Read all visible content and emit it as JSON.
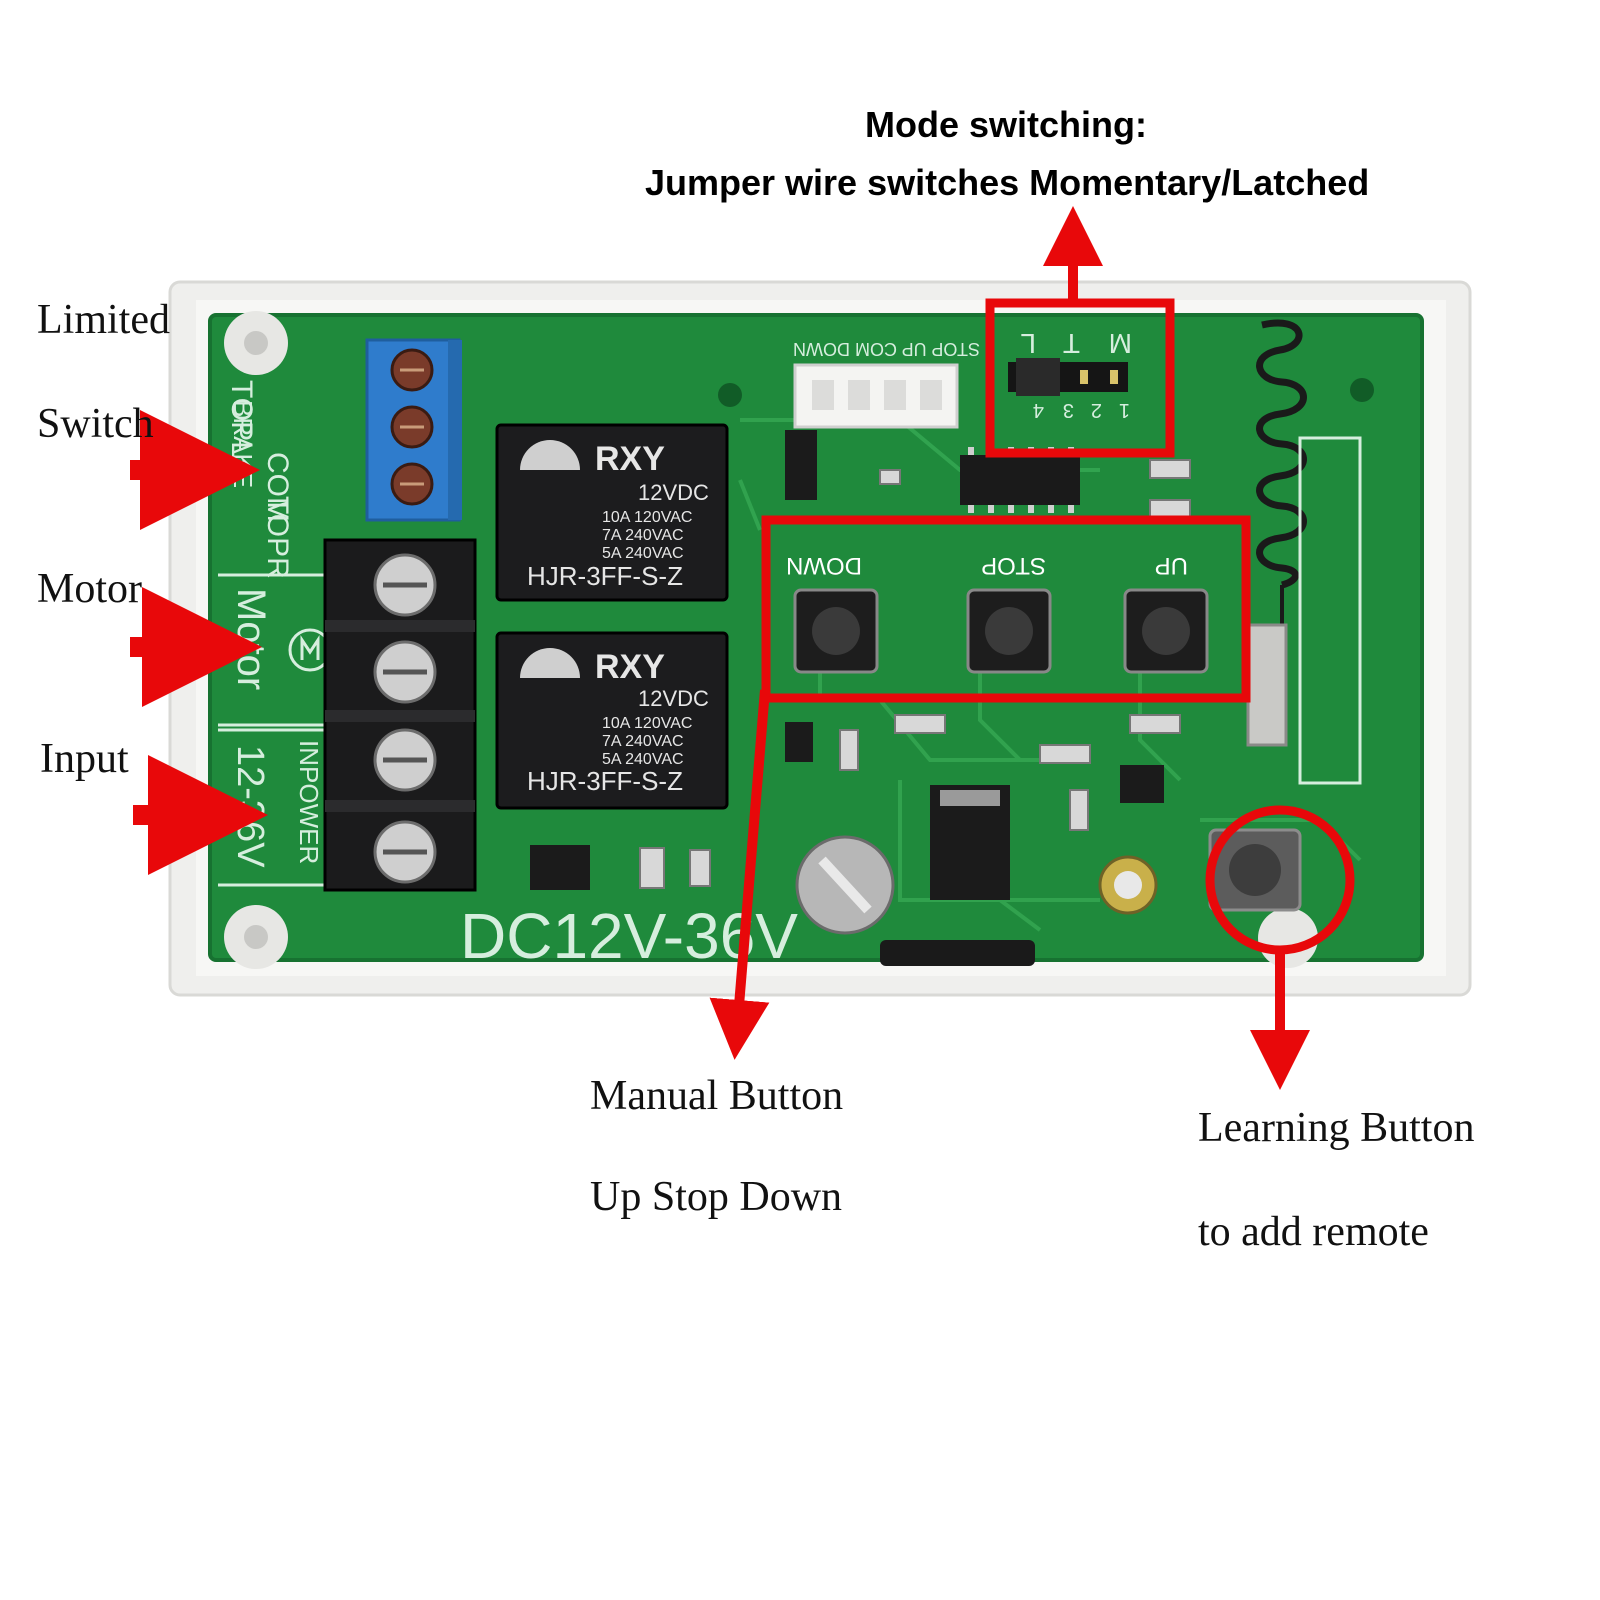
{
  "mode_callout": {
    "line1": "Mode switching:",
    "line2": "Jumper wire switches Momentary/Latched"
  },
  "left_labels": {
    "limited": "Limited",
    "switch": "Switch",
    "motor": "Motor",
    "input": "Input"
  },
  "manual_callout": {
    "line1": "Manual Button",
    "line2": "Up Stop Down"
  },
  "learning_callout": {
    "line1": "Learning Button",
    "line2": "to add remote"
  },
  "board": {
    "silk_left_top": [
      "TOPL",
      "COM",
      "TOPR",
      "BRAKE"
    ],
    "silk_motor": "Motor",
    "silk_input": [
      "12-36V",
      "INPOWER"
    ],
    "connector_label": "STOP UP COM DOWN",
    "jumper_letters": [
      "M",
      "T",
      "L"
    ],
    "jumper_numbers": [
      "1",
      "2",
      "3",
      "4"
    ],
    "button_labels": [
      "DOWN",
      "STOP",
      "UP"
    ],
    "bottom_text": "DC12V-36V",
    "relays": [
      {
        "brand": "RXY",
        "coil": "12VDC",
        "ratings": [
          "10A 120VAC",
          "7A 240VAC",
          "5A 240VAC"
        ],
        "model": "HJR-3FF-S-Z"
      },
      {
        "brand": "RXY",
        "coil": "12VDC",
        "ratings": [
          "10A 120VAC",
          "7A 240VAC",
          "5A 240VAC"
        ],
        "model": "HJR-3FF-S-Z"
      }
    ]
  },
  "colors": {
    "annotation_red": "#e8080a",
    "pcb_green": "#1f8a3c",
    "case_white": "#f1f1ef",
    "terminal_blue": "#2f7ccc",
    "relay_black": "#1c1c1e"
  }
}
